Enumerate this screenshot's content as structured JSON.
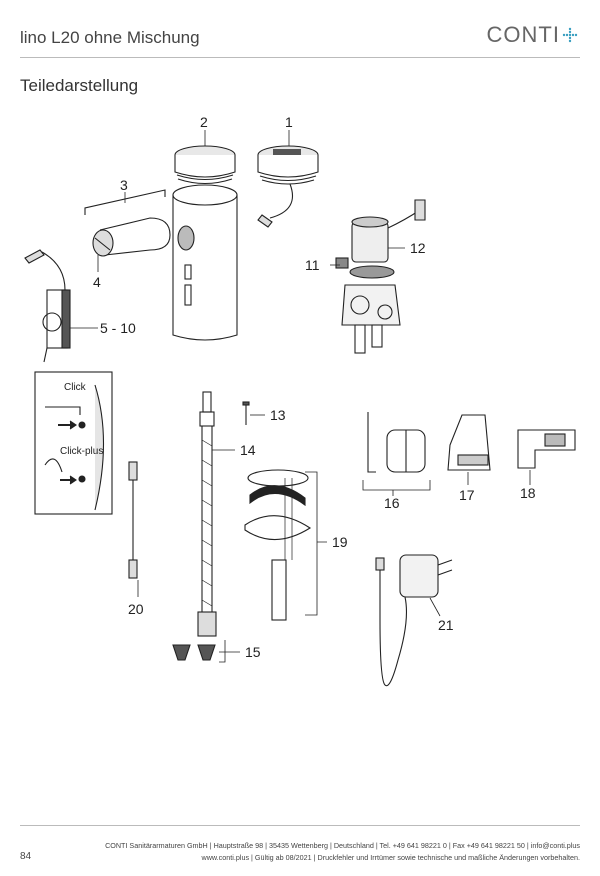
{
  "header": {
    "title": "lino L20 ohne Mischung",
    "brand": "CONTI",
    "brand_color": "#3a9fc0"
  },
  "section": {
    "title": "Teiledarstellung"
  },
  "figure": {
    "part_numbers": [
      "1",
      "2",
      "3",
      "4",
      "5 - 10",
      "11",
      "12",
      "13",
      "14",
      "15",
      "16",
      "17",
      "18",
      "19",
      "20",
      "21"
    ],
    "inset_labels": {
      "click": "Click",
      "click_plus": "Click-plus"
    }
  },
  "footer": {
    "page_number": "84",
    "line1": "CONTI Sanitärarmaturen GmbH | Hauptstraße 98 | 35435 Wettenberg | Deutschland | Tel. +49 641 98221 0 | Fax +49 641 98221 50 | info@conti.plus",
    "line2": "www.conti.plus | Gültig ab 08/2021 | Druckfehler und Irrtümer sowie technische und maßliche Änderungen vorbehalten."
  }
}
